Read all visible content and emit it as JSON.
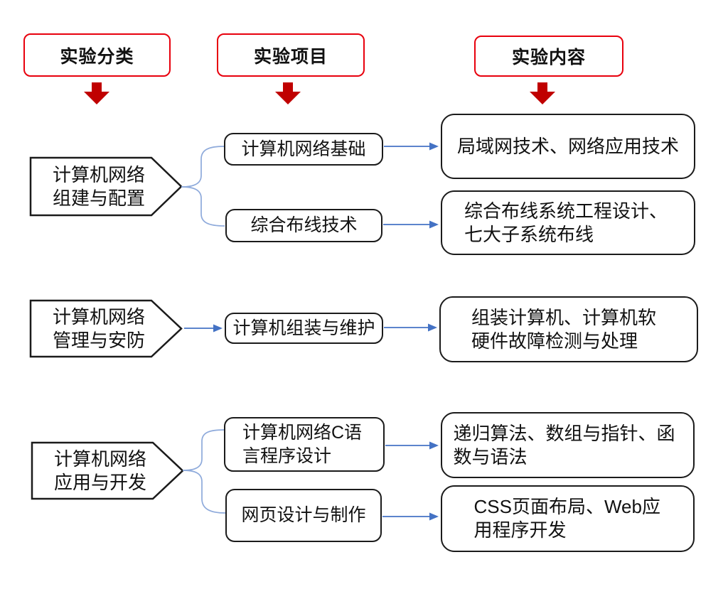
{
  "columns": [
    {
      "label": "实验分类"
    },
    {
      "label": "实验项目"
    },
    {
      "label": "实验内容"
    }
  ],
  "rows": [
    {
      "category": {
        "line1": "计算机网络",
        "line2": "组建与配置"
      },
      "branches": [
        {
          "project": "计算机网络基础",
          "content": "局域网技术、网络应用技术"
        },
        {
          "project": "综合布线技术",
          "content": "综合布线系统工程设计、七大子系统布线"
        }
      ]
    },
    {
      "category": {
        "line1": "计算机网络",
        "line2": "管理与安防"
      },
      "branches": [
        {
          "project": "计算机组装与维护",
          "content": "组装计算机、计算机软硬件故障检测与处理"
        }
      ]
    },
    {
      "category": {
        "line1": "计算机网络",
        "line2": "应用与开发"
      },
      "branches": [
        {
          "project": "计算机网络C语言程序设计",
          "content": "递归算法、数组与指针、函数与语法"
        },
        {
          "project": "网页设计与制作",
          "content": "CSS页面布局、Web应用程序开发"
        }
      ]
    }
  ],
  "colors": {
    "header_border_red": "#e8000d",
    "down_arrow_red": "#c00000",
    "flow_arrow_blue": "#4472c4",
    "brace_blue": "#8eaadb",
    "shape_border_black": "#1b1b1b"
  }
}
